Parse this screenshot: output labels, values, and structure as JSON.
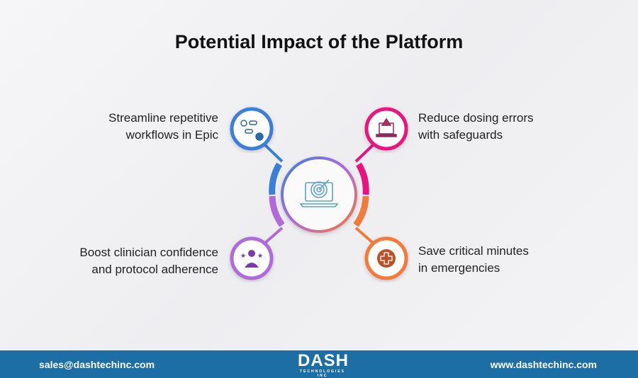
{
  "title": "Potential Impact of the Platform",
  "items": [
    {
      "text_line1": "Streamline repetitive",
      "text_line2": "workflows in Epic",
      "icon": "workflow-icon",
      "color": "#3b7fd9"
    },
    {
      "text_line1": "Reduce dosing errors",
      "text_line2": "with safeguards",
      "icon": "laptop-warning-icon",
      "color": "#e8137f"
    },
    {
      "text_line1": "Boost clinician confidence",
      "text_line2": "and protocol adherence",
      "icon": "clinician-stars-icon",
      "color": "#b06ad9"
    },
    {
      "text_line1": "Save critical minutes",
      "text_line2": "in emergencies",
      "icon": "medical-cross-clock-icon",
      "color": "#f47a3a"
    }
  ],
  "center_icon": "laptop-target-icon",
  "footer": {
    "email": "sales@dashtechinc.com",
    "website": "www.dashtechinc.com",
    "logo_text": "DASH",
    "logo_subtext": "TECHNOLOGIES INC"
  }
}
